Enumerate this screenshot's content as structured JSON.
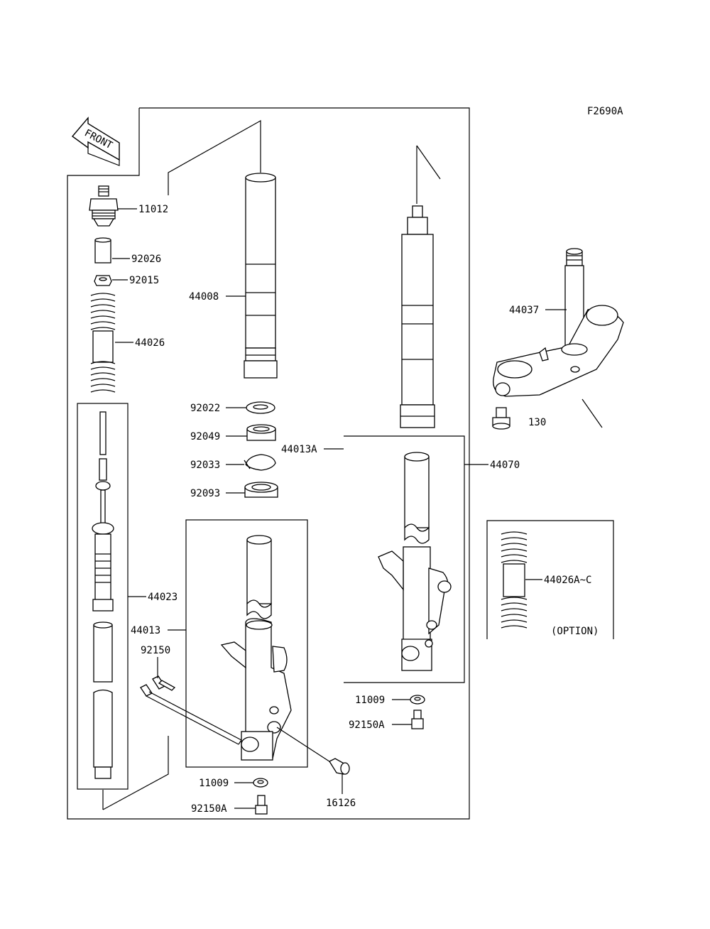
{
  "diagram_code": "F2690A",
  "front_label": "FRONT",
  "option_label": "(OPTION)",
  "parts": {
    "p11012": "11012",
    "p92026": "92026",
    "p92015": "92015",
    "p44026": "44026",
    "p44008": "44008",
    "p92022": "92022",
    "p92049": "92049",
    "p92033": "92033",
    "p92093": "92093",
    "p44013A": "44013A",
    "p44070": "44070",
    "p44037": "44037",
    "p130": "130",
    "p44023": "44023",
    "p44013": "44013",
    "p92150": "92150",
    "p11009a": "11009",
    "p92150Aa": "92150A",
    "p11009b": "11009",
    "p92150Ab": "92150A",
    "p16126": "16126",
    "p44026AC": "44026A~C"
  }
}
